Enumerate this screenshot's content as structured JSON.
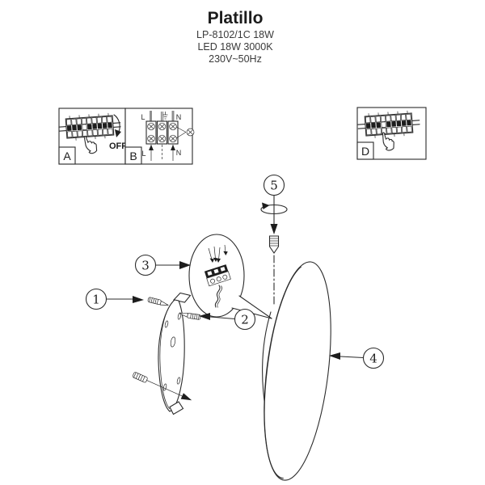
{
  "page": {
    "background": "#ffffff",
    "ink": "#2b2b2b",
    "wire_gray": "#8f8f8f"
  },
  "header": {
    "title": "Platillo",
    "model": "LP-8102/1C 18W",
    "lamp_spec": "LED 18W 3000K",
    "power_spec": "230V~50Hz"
  },
  "panels": {
    "a": {
      "label": "A",
      "off_label": "OFF"
    },
    "b": {
      "label": "B",
      "terminal_top_left": "L",
      "terminal_top_right": "N",
      "terminal_bottom_left": "L",
      "terminal_bottom_right": "N"
    },
    "d": {
      "label": "D"
    }
  },
  "callouts": {
    "part1": "1",
    "part2": "2",
    "part3": "3",
    "part4": "4",
    "part5": "5"
  }
}
